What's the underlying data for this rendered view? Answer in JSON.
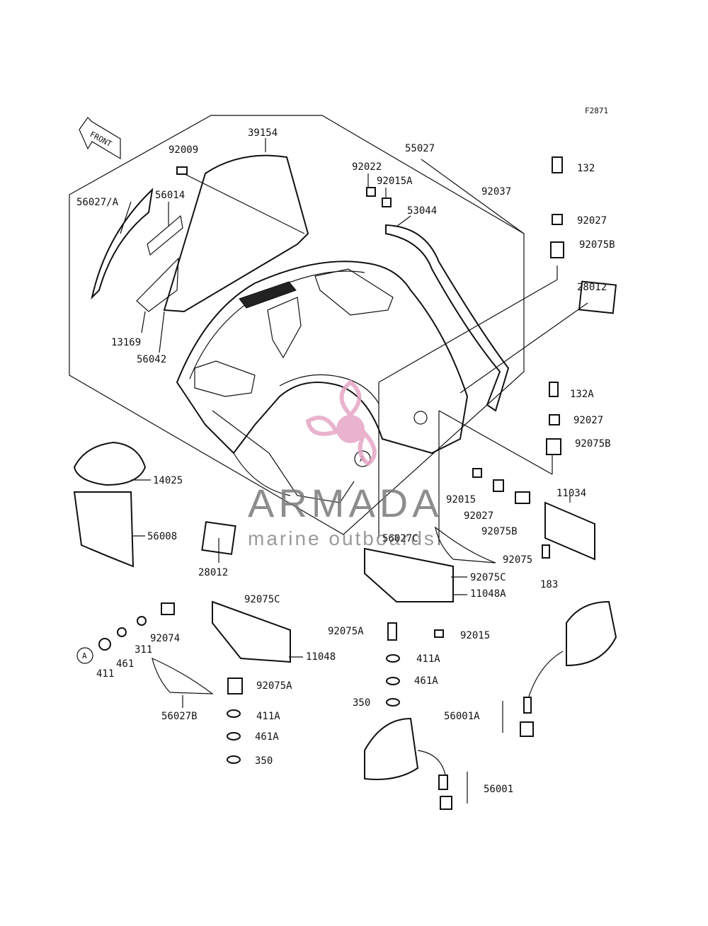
{
  "figure_code": "F2871",
  "front_label": "FRONT",
  "callout_letter": "A",
  "watermark": {
    "brand": "ARMADA",
    "tagline": "marine outboards",
    "accent_color": "#e6a6c6"
  },
  "part_labels": [
    "39154",
    "92009",
    "55027",
    "92022",
    "92015A",
    "132",
    "92037",
    "56027/A",
    "56014",
    "53044",
    "92027",
    "92075B",
    "28012",
    "13169",
    "56042",
    "132A",
    "92027",
    "92075B",
    "14025",
    "92015",
    "92027",
    "11034",
    "56008",
    "92075B",
    "56027C",
    "92075",
    "28012",
    "92075C",
    "183",
    "11048A",
    "92075C",
    "92074",
    "92075A",
    "92015",
    "311",
    "11048",
    "411",
    "461",
    "411A",
    "461A",
    "56027B",
    "92075A",
    "350",
    "56001A",
    "411A",
    "461A",
    "350",
    "56001"
  ]
}
